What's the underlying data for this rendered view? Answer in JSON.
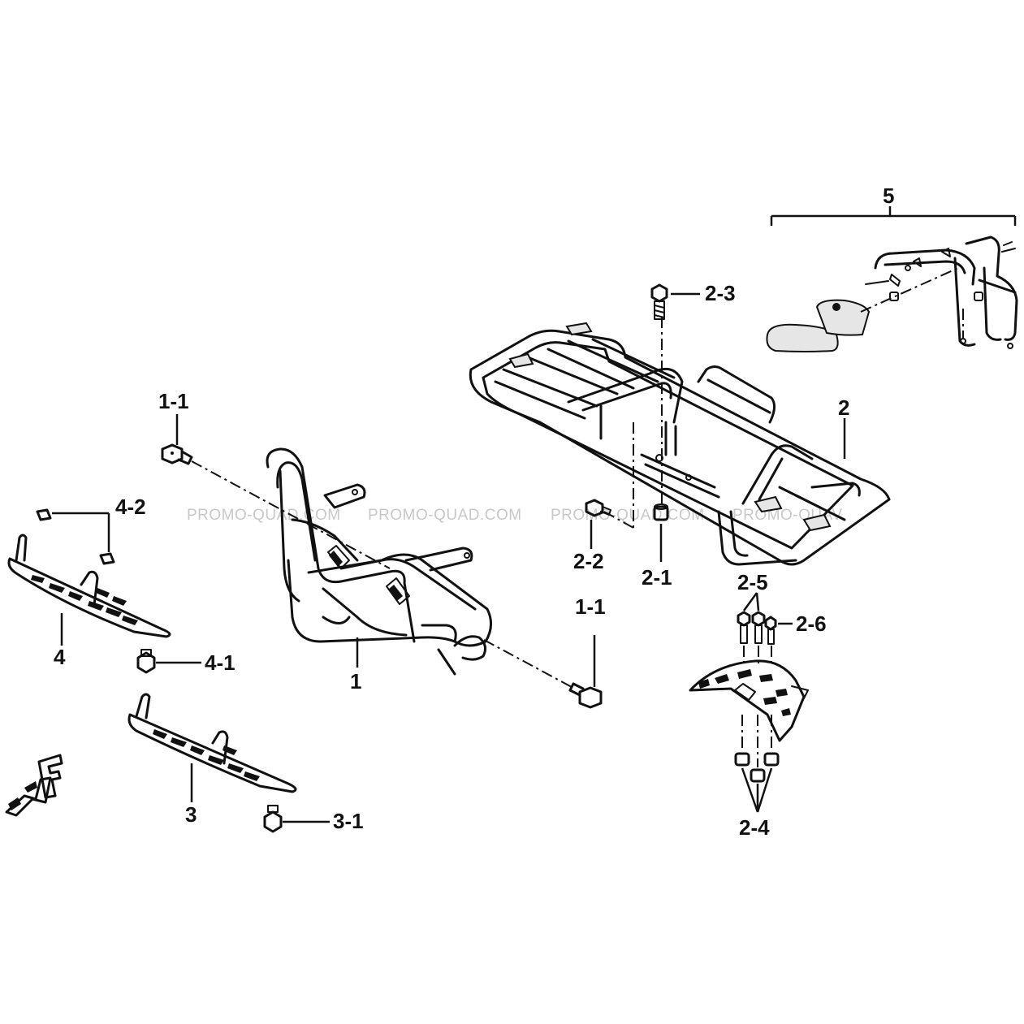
{
  "watermark": [
    "PROMO-QUAD.COM",
    "PROMO-QUAD.COM",
    "PROMO-QUAD.COM",
    "PROMO-QUAV"
  ],
  "labels": {
    "part_1": "1",
    "part_1_1_top": "1-1",
    "part_1_1_bottom": "1-1",
    "part_2": "2",
    "part_2_1": "2-1",
    "part_2_2": "2-2",
    "part_2_3": "2-3",
    "part_2_4": "2-4",
    "part_2_5": "2-5",
    "part_2_6": "2-6",
    "part_3": "3",
    "part_3_1": "3-1",
    "part_4": "4",
    "part_4_1": "4-1",
    "part_4_2": "4-2",
    "part_5": "5"
  },
  "front_marker": "F",
  "colors": {
    "ink": "#111111",
    "watermark": "#c8c8c8",
    "background": "#ffffff"
  }
}
